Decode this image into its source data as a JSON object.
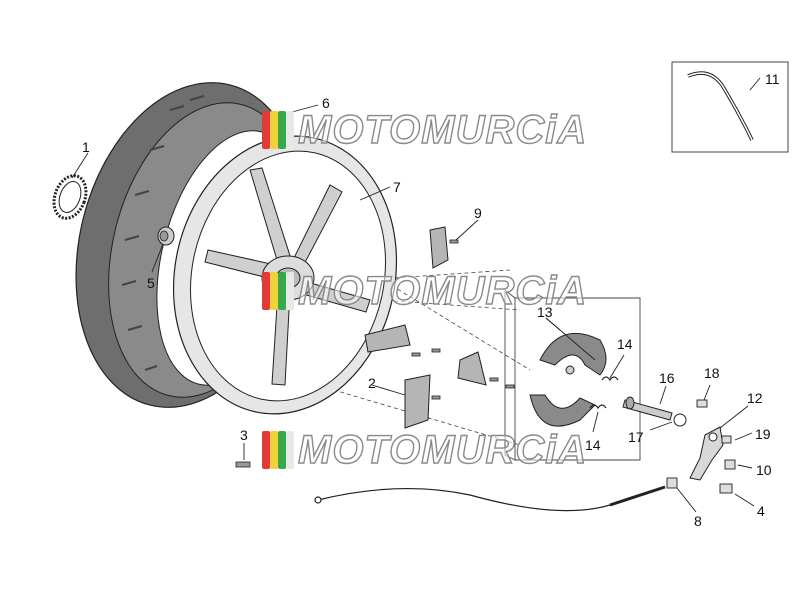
{
  "diagram": {
    "callouts": [
      {
        "id": "1",
        "label": "1"
      },
      {
        "id": "2",
        "label": "2"
      },
      {
        "id": "3",
        "label": "3"
      },
      {
        "id": "4",
        "label": "4"
      },
      {
        "id": "5",
        "label": "5"
      },
      {
        "id": "6",
        "label": "6"
      },
      {
        "id": "7",
        "label": "7"
      },
      {
        "id": "8",
        "label": "8"
      },
      {
        "id": "9",
        "label": "9"
      },
      {
        "id": "10",
        "label": "10"
      },
      {
        "id": "11",
        "label": "11"
      },
      {
        "id": "12",
        "label": "12"
      },
      {
        "id": "13",
        "label": "13"
      },
      {
        "id": "14a",
        "label": "14"
      },
      {
        "id": "14b",
        "label": "14"
      },
      {
        "id": "16",
        "label": "16"
      },
      {
        "id": "17",
        "label": "17"
      },
      {
        "id": "18",
        "label": "18"
      },
      {
        "id": "19",
        "label": "19"
      }
    ],
    "watermark": {
      "text": "MOTOMURCiA",
      "flag_colors": [
        "#e23a3a",
        "#f2d23a",
        "#3aa84a",
        "#e8e8e8"
      ]
    },
    "colors": {
      "tire": "#6e6e6e",
      "rim": "#e6e6e6",
      "part": "#b5b5b5",
      "line": "#222222"
    }
  }
}
